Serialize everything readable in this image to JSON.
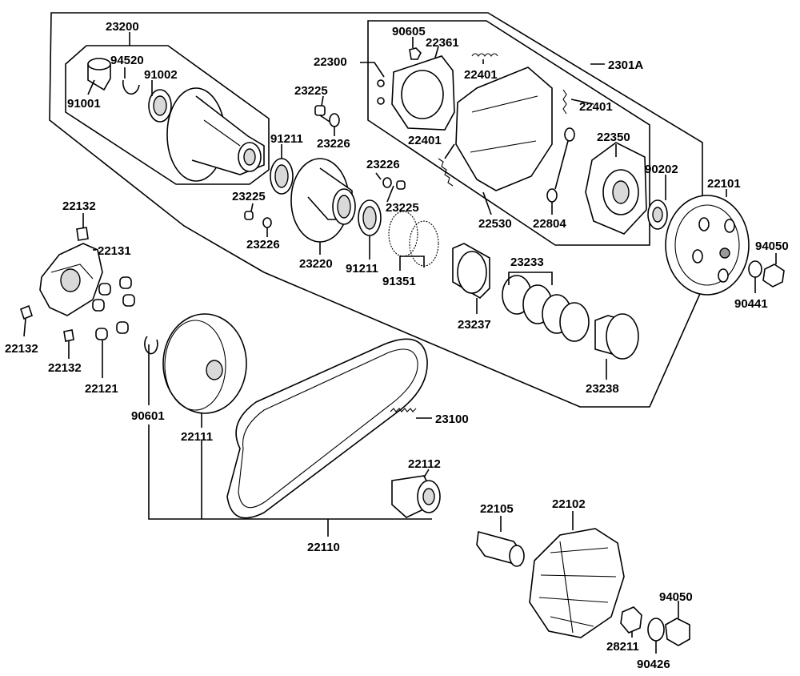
{
  "labels": {
    "p23200": "23200",
    "p94520": "94520",
    "p91002": "91002",
    "p91001": "91001",
    "p23225a": "23225",
    "p23226a": "23226",
    "p91211a": "91211",
    "p22300": "22300",
    "p90605": "90605",
    "p22361": "22361",
    "p22401a": "22401",
    "p22401b": "22401",
    "p22401c": "22401",
    "p2301A": "2301A",
    "p22350": "22350",
    "p90202": "90202",
    "p22101": "22101",
    "p23226b": "23226",
    "p23225b": "23225",
    "p23225c": "23225",
    "p23226c": "23226",
    "p23220": "23220",
    "p91211b": "91211",
    "p91351": "91351",
    "p22530": "22530",
    "p22804": "22804",
    "p94050a": "94050",
    "p90441": "90441",
    "p23233": "23233",
    "p23237": "23237",
    "p23238": "23238",
    "p22132a": "22132",
    "p22131": "22131",
    "p22132b": "22132",
    "p22132c": "22132",
    "p22121": "22121",
    "p90601": "90601",
    "p22111": "22111",
    "p23100": "23100",
    "p22112": "22112",
    "p22110": "22110",
    "p22105": "22105",
    "p22102": "22102",
    "p94050b": "94050",
    "p28211": "28211",
    "p90426": "90426"
  }
}
